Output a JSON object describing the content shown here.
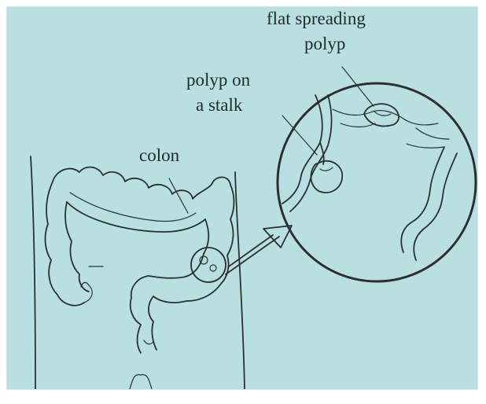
{
  "labels": {
    "flat_polyp_line1": "flat spreading",
    "flat_polyp_line2": "polyp",
    "stalk_polyp_line1": "polyp on",
    "stalk_polyp_line2": "a stalk",
    "colon": "colon"
  },
  "colors": {
    "background": "#b9e0e1",
    "ink": "#2b2f30"
  }
}
